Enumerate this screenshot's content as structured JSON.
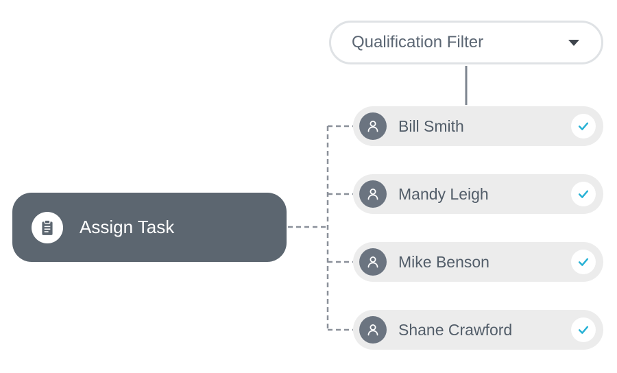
{
  "filter": {
    "label": "Qualification Filter"
  },
  "assign_task": {
    "label": "Assign Task"
  },
  "people": [
    {
      "name": "Bill Smith",
      "selected": true
    },
    {
      "name": "Mandy Leigh",
      "selected": true
    },
    {
      "name": "Mike Benson",
      "selected": true
    },
    {
      "name": "Shane Crawford",
      "selected": true
    }
  ],
  "colors": {
    "row_bg": "#ececec",
    "avatar_bg": "#6b7480",
    "assign_bg": "#5c6670",
    "connector": "#8a9099",
    "filter_border": "#dfe2e5",
    "text": "#525d69",
    "accent_check": "#26b1d5"
  }
}
